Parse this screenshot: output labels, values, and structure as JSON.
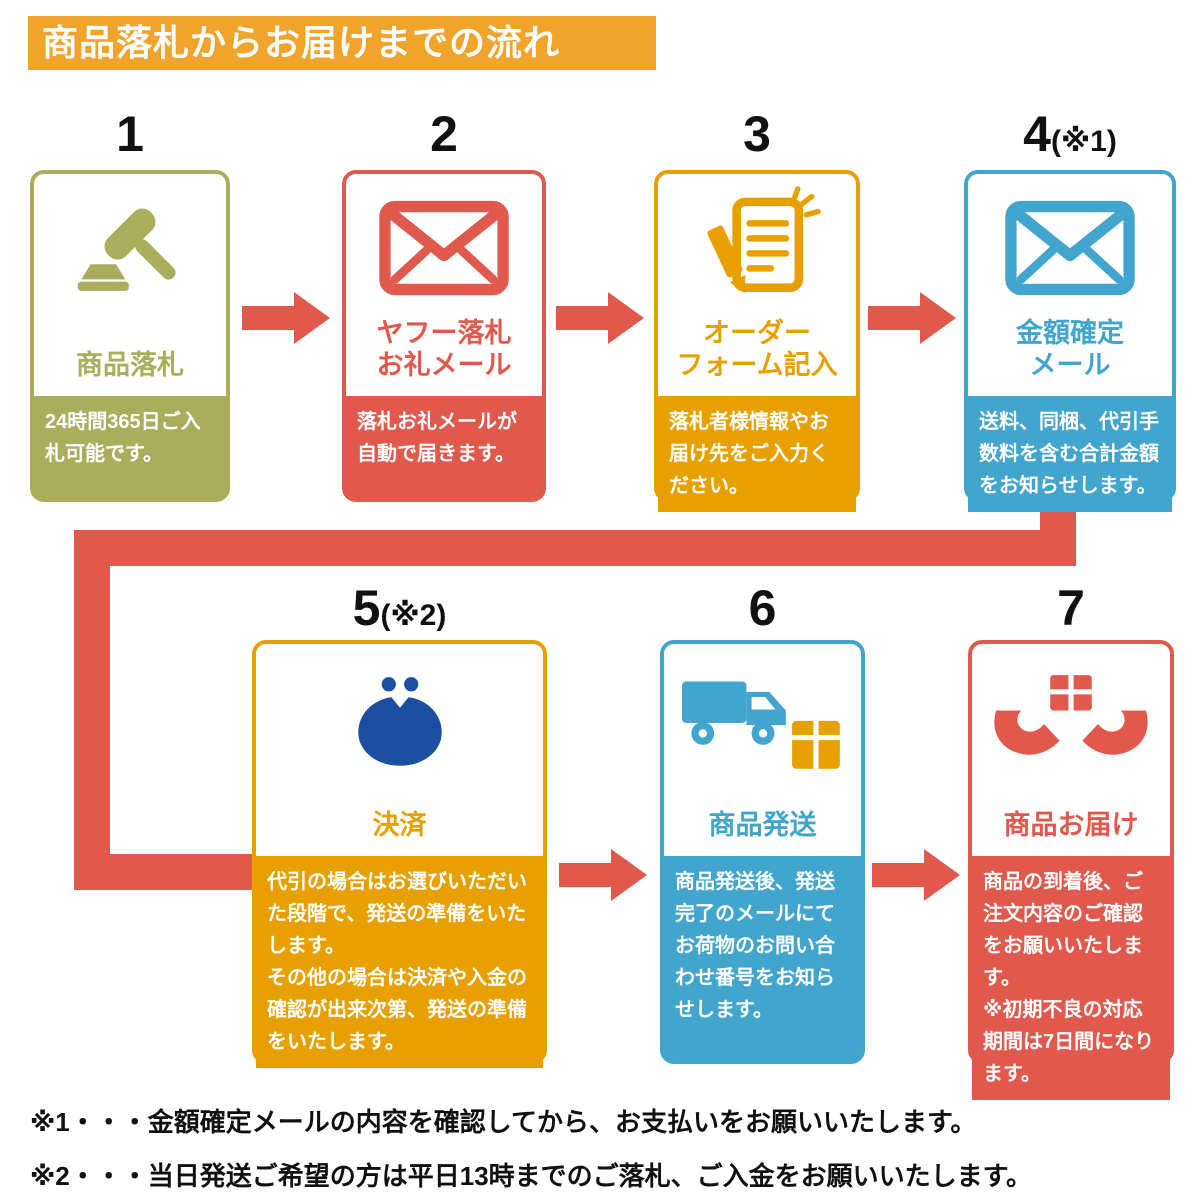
{
  "header": {
    "title": "商品落札からお届けまでの流れ",
    "bg_color": "#F1A42C"
  },
  "steps": [
    {
      "number": "1",
      "note": "",
      "title": "商品落札",
      "body": "24時間365日ご入札可能です。",
      "color": "#A8AE5C",
      "icon": "gavel-icon"
    },
    {
      "number": "2",
      "note": "",
      "title": "ヤフー落札\nお礼メール",
      "body": "落札お礼メールが自動で届きます。",
      "color": "#E0594C",
      "icon": "mail-icon"
    },
    {
      "number": "3",
      "note": "",
      "title": "オーダー\nフォーム記入",
      "body": "落札者様情報やお届け先をご入力ください。",
      "color": "#E8A000",
      "icon": "order-form-icon"
    },
    {
      "number": "4",
      "note": "(※1)",
      "title": "金額確定\nメール",
      "body": "送料、同梱、代引手数料を含む合計金額をお知らせします。",
      "color": "#41A5CE",
      "icon": "mail-icon"
    },
    {
      "number": "5",
      "note": "(※2)",
      "title": "決済",
      "body": "代引の場合はお選びいただいた段階で、発送の準備をいたします。\nその他の場合は決済や入金の確認が出来次第、発送の準備をいたします。",
      "color": "#E8A000",
      "icon": "coin-purse-icon",
      "icon_color": "#1C4FA1"
    },
    {
      "number": "6",
      "note": "",
      "title": "商品発送",
      "body": "商品発送後、発送完了のメールにてお荷物のお問い合わせ番号をお知らせします。",
      "color": "#41A5CE",
      "icon": "delivery-truck-icon",
      "box_color": "#E8A000"
    },
    {
      "number": "7",
      "note": "",
      "title": "商品お届け",
      "body": "商品の到着後、ご注文内容のご確認をお願いいたします。\n※初期不良の対応期間は7日間になります。",
      "color": "#E0594C",
      "icon": "hands-package-icon"
    }
  ],
  "arrow_color": "#E0594C",
  "footnotes": [
    "※1・・・金額確定メールの内容を確認してから、お支払いをお願いいたします。",
    "※2・・・当日発送ご希望の方は平日13時までのご落札、ご入金をお願いいたします。"
  ]
}
